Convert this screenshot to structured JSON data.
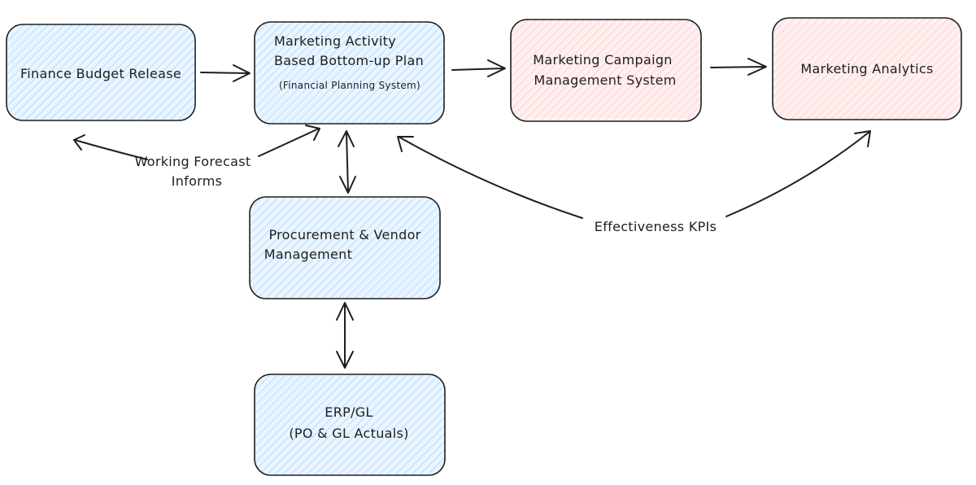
{
  "colors": {
    "blue_fill": "#a5d8ff",
    "red_fill": "#ffc9c9",
    "stroke": "#1e1e1e"
  },
  "nodes": {
    "finance_budget_release": {
      "label": "Finance Budget Release"
    },
    "marketing_activity_plan": {
      "line1": "Marketing Activity",
      "line2": "Based Bottom-up Plan",
      "subtitle": "(Financial Planning System)"
    },
    "campaign_management": {
      "line1": "Marketing Campaign",
      "line2": "Management System"
    },
    "marketing_analytics": {
      "label": "Marketing Analytics"
    },
    "procurement": {
      "line1": "Procurement & Vendor",
      "line2": "Management"
    },
    "erp_gl": {
      "line1": "ERP/GL",
      "line2": "(PO & GL Actuals)"
    }
  },
  "edge_labels": {
    "working_forecast_line1": "Working Forecast",
    "working_forecast_line2": "Informs",
    "effectiveness_kpis": "Effectiveness KPIs"
  }
}
